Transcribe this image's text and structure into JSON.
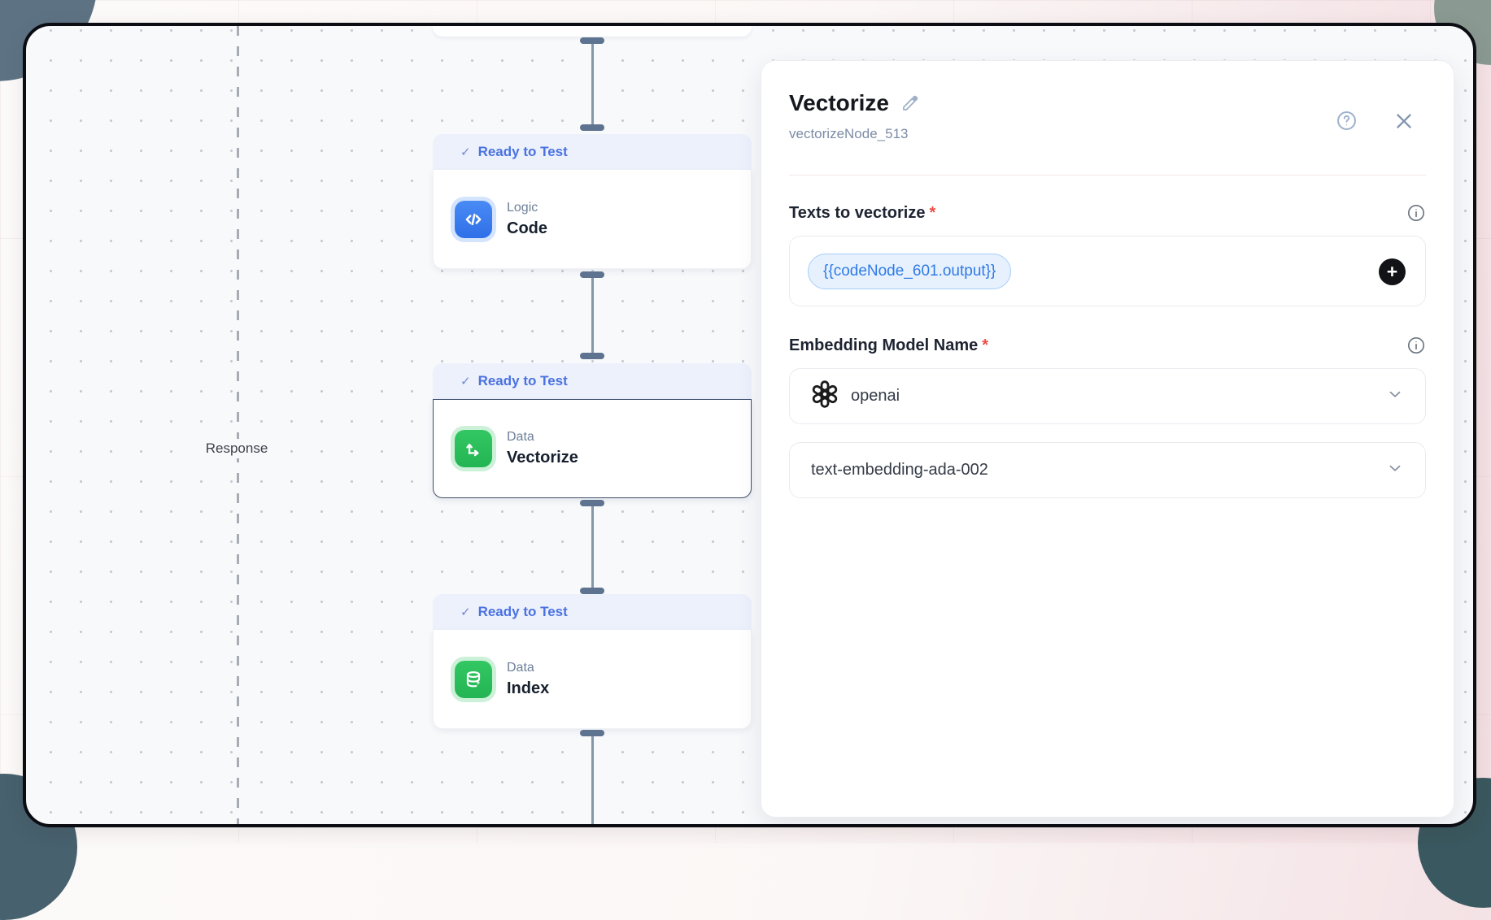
{
  "canvas": {
    "response_label": "Response",
    "nodes": [
      {
        "status": "Ready to Test",
        "category": "Logic",
        "title": "Code",
        "selected": false,
        "icon": "code-icon"
      },
      {
        "status": "Ready to Test",
        "category": "Data",
        "title": "Vectorize",
        "selected": true,
        "icon": "vectorize-icon"
      },
      {
        "status": "Ready to Test",
        "category": "Data",
        "title": "Index",
        "selected": false,
        "icon": "index-icon"
      }
    ]
  },
  "panel": {
    "title": "Vectorize",
    "subtitle": "vectorizeNode_513",
    "texts_field": {
      "label": "Texts to vectorize",
      "required_mark": "*",
      "chip": "{{codeNode_601.output}}",
      "add_button": "+"
    },
    "model_field": {
      "label": "Embedding Model Name",
      "required_mark": "*",
      "provider": "openai",
      "model": "text-embedding-ada-002"
    }
  },
  "badge": {
    "check": "✓"
  },
  "colors": {
    "status_blue": "#4a72e0",
    "node_blue": "#3b82f6",
    "node_green": "#2fc05c",
    "chip_text": "#2f7ae5",
    "chip_bg": "#e7f1fe",
    "required_red": "#ef4b45",
    "canvas_bg": "#f8f9fb",
    "header_bg": "#edf1fc"
  }
}
